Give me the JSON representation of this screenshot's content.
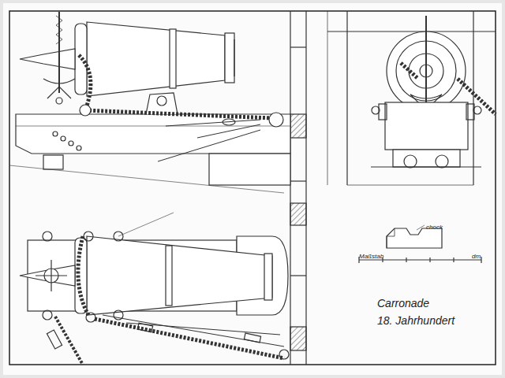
{
  "diagram": {
    "labels": [
      "chock",
      "Maßstab",
      "dm",
      "Carronade",
      "18. Jahrhundert"
    ]
  }
}
